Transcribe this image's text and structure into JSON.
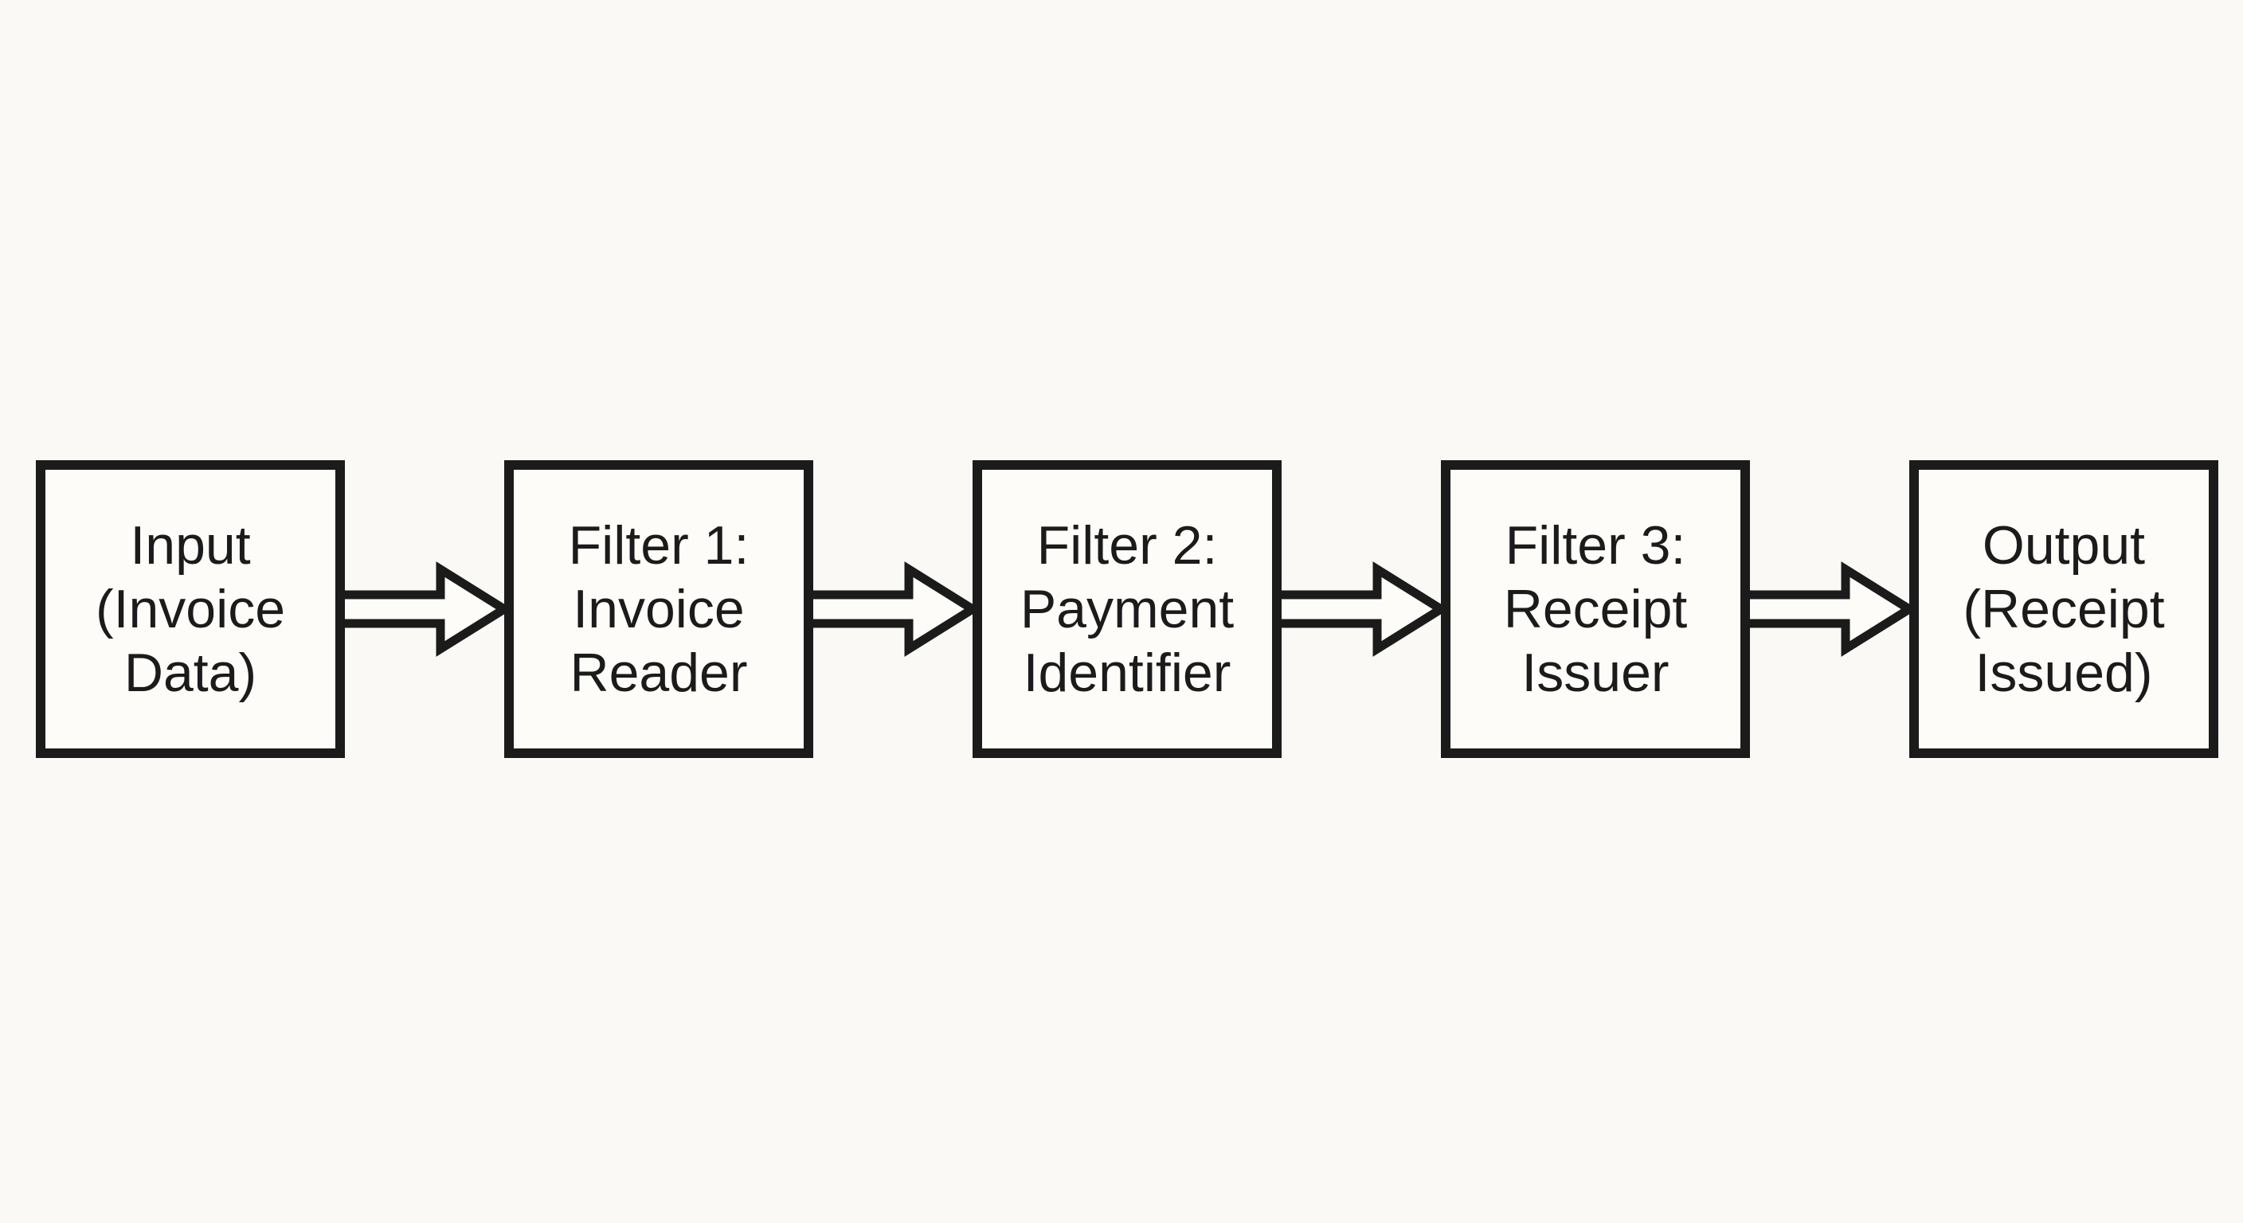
{
  "diagram": {
    "type": "flowchart-pipeline",
    "direction": "left-to-right",
    "nodes": [
      {
        "id": "input",
        "label": "Input (Invoice Data)",
        "label_lines": [
          "Input",
          "(Invoice",
          "Data)"
        ]
      },
      {
        "id": "filter-1",
        "label": "Filter 1: Invoice Reader",
        "label_lines": [
          "Filter 1:",
          "Invoice",
          "Reader"
        ]
      },
      {
        "id": "filter-2",
        "label": "Filter 2: Payment Identifier",
        "label_lines": [
          "Filter 2:",
          "Payment",
          "Identifier"
        ]
      },
      {
        "id": "filter-3",
        "label": "Filter 3: Receipt Issuer",
        "label_lines": [
          "Filter 3:",
          "Receipt",
          "Issuer"
        ]
      },
      {
        "id": "output",
        "label": "Output (Receipt Issued)",
        "label_lines": [
          "Output",
          "(Receipt",
          "Issued)"
        ]
      }
    ],
    "edges": [
      {
        "from": "input",
        "to": "filter-1"
      },
      {
        "from": "filter-1",
        "to": "filter-2"
      },
      {
        "from": "filter-2",
        "to": "filter-3"
      },
      {
        "from": "filter-3",
        "to": "output"
      }
    ],
    "colors": {
      "background": "#faf9f6",
      "node-fill": "#fdfcf9",
      "stroke": "#1b1b1b",
      "text": "#1b1b1b"
    }
  }
}
